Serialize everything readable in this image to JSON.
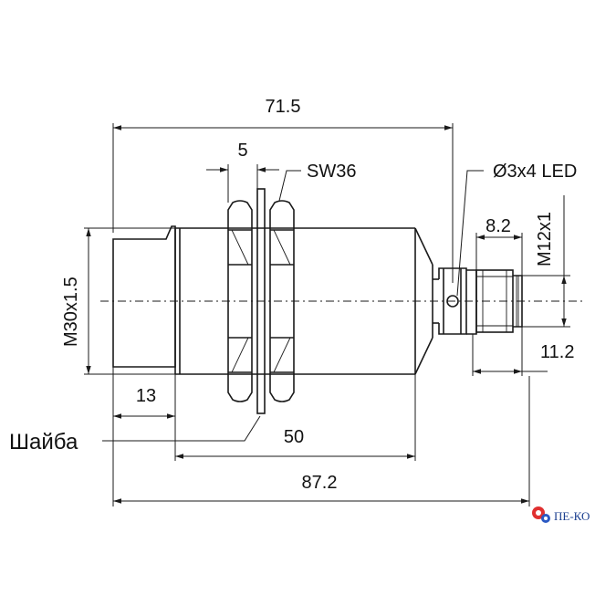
{
  "dimensions": {
    "overall_top": "71.5",
    "nut_width": "5",
    "wrench_size": "SW36",
    "led_hole": "Ø3x4 LED",
    "connector_thread": "M12x1",
    "connector_length": "8.2",
    "body_thread": "M30x1.5",
    "connector_depth": "11.2",
    "front_length": "13",
    "washer_label": "Шайба",
    "thread_length": "50",
    "overall_length": "87.2"
  },
  "logo": {
    "text": "ПЕ-КО"
  }
}
